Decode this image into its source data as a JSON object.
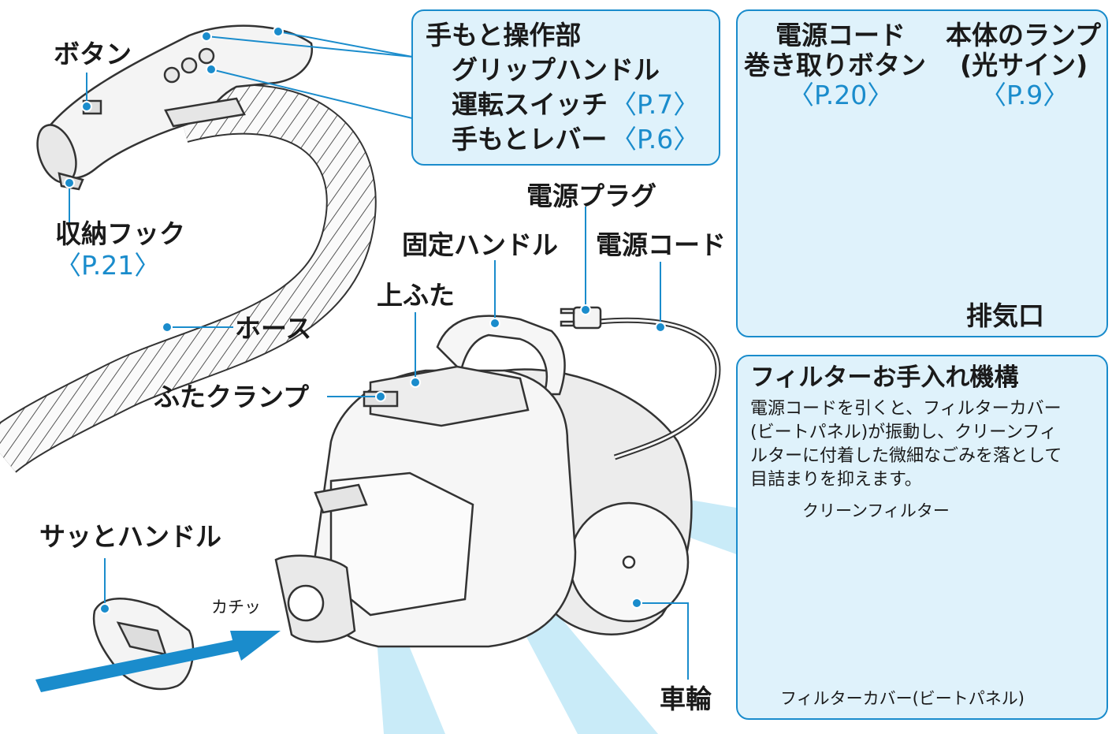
{
  "colors": {
    "accent": "#1a8ccc",
    "panel_fill": "#dff2fb",
    "highlight": "#c9ebf8",
    "line": "#333333"
  },
  "labels": {
    "button": "ボタン",
    "storage_hook": "収納フック",
    "storage_hook_ref": "〈P.21〉",
    "hose": "ホース",
    "lid_clamp": "ふたクランプ",
    "top_lid": "上ふた",
    "fixed_handle": "固定ハンドル",
    "power_plug": "電源プラグ",
    "power_cord": "電源コード",
    "wheel": "車輪",
    "sat_handle": "サッとハンドル",
    "click": "カチッ"
  },
  "hand_control": {
    "title": "手もと操作部",
    "grip": "グリップハンドル",
    "switch_label": "運転スイッチ",
    "switch_ref": "〈P.7〉",
    "lever_label": "手もとレバー",
    "lever_ref": "〈P.6〉"
  },
  "detail_panel": {
    "cord_rewind_line1": "電源コード",
    "cord_rewind_line2": "巻き取りボタン",
    "cord_rewind_ref": "〈P.20〉",
    "lamp_line1": "本体のランプ",
    "lamp_line2": "(光サイン)",
    "lamp_ref": "〈P.9〉",
    "exhaust": "排気口"
  },
  "filter_panel": {
    "title": "フィルターお手入れ機構",
    "body_line1": "電源コードを引くと、フィルターカバー",
    "body_line2": "(ビートパネル)が振動し、クリーンフィ",
    "body_line3": "ルターに付着した微細なごみを落として",
    "body_line4": "目詰まりを抑えます。",
    "clean_filter": "クリーンフィルター",
    "filter_cover": "フィルターカバー(ビートパネル)"
  }
}
